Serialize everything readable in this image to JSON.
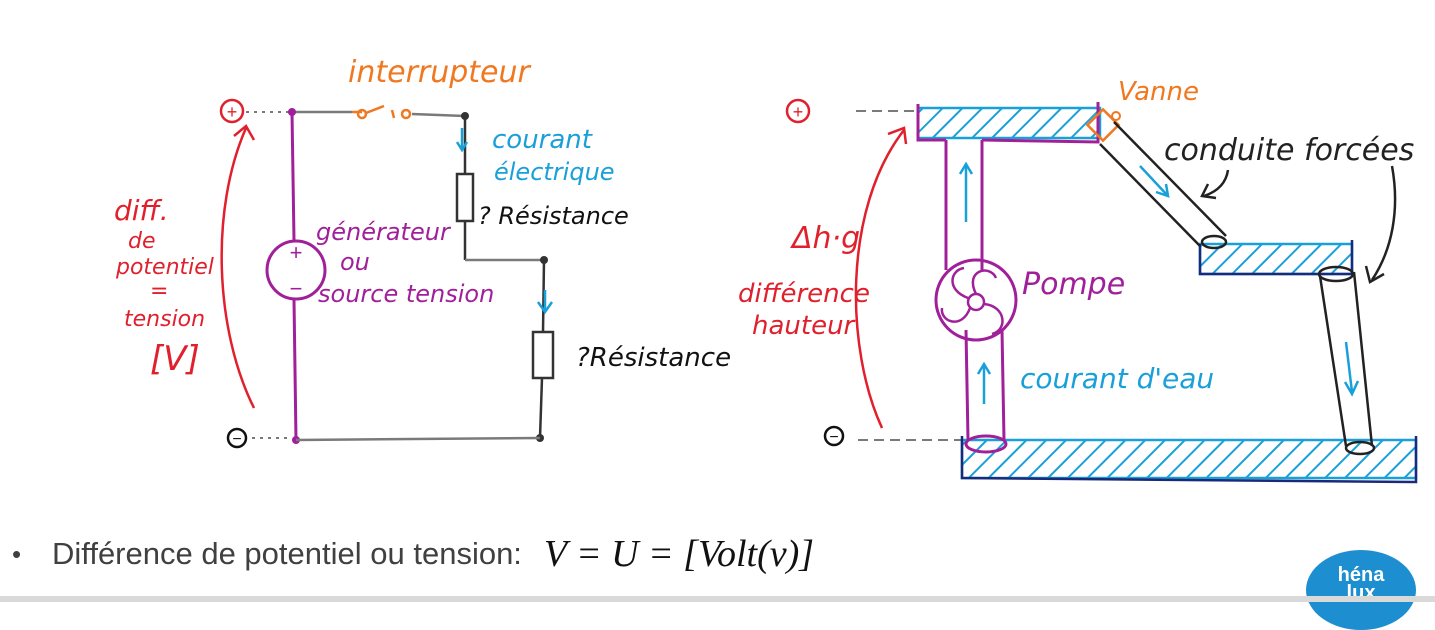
{
  "circuit": {
    "switch_label": "interrupteur",
    "plus_symbol": "+",
    "minus_symbol": "−",
    "current_label_line1": "courant",
    "current_label_line2": "électrique",
    "resistance_label_1": "? Résistance",
    "resistance_label_2": "?Résistance",
    "generator_label_line1": "générateur",
    "generator_label_line2": "ou",
    "generator_label_line3": "source tension",
    "diff_label_line1": "diff.",
    "diff_label_line2": "de",
    "diff_label_line3": "potentiel",
    "diff_label_line4": "=",
    "diff_label_line5": "tension",
    "diff_label_line6": "[V]"
  },
  "hydraulic": {
    "plus_symbol": "+",
    "minus_symbol": "−",
    "valve_label": "Vanne",
    "penstock_label": "conduite forcées",
    "delta_label": "Δh·g",
    "height_label_line1": "différence",
    "height_label_line2": "hauteur",
    "pump_label": "Pompe",
    "water_current_label": "courant d'eau"
  },
  "bullet": {
    "symbol": "•",
    "text": "Différence de potentiel ou tension:",
    "formula": "V = U = [Volt(v)]"
  },
  "logo": {
    "line1": "héna",
    "line2": "lux"
  },
  "colors": {
    "orange": "#f07820",
    "blue": "#1aa0d8",
    "red": "#e0202c",
    "purple": "#a0209a",
    "dark": "#222222",
    "grey": "#7a7a7a"
  }
}
